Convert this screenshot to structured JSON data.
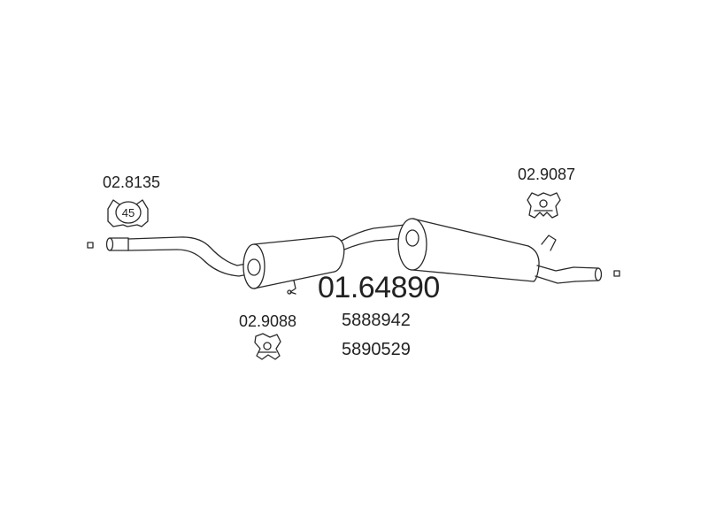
{
  "parts": {
    "main_code": "01.64890",
    "oe_references": [
      "5888942",
      "5890529"
    ],
    "clamp": {
      "code": "02.8135",
      "size": "45"
    },
    "hanger_rear": {
      "code": "02.9087"
    },
    "hanger_mid": {
      "code": "02.9088"
    }
  },
  "colors": {
    "line": "#2a2a2a",
    "text": "#222222",
    "background": "#ffffff"
  }
}
